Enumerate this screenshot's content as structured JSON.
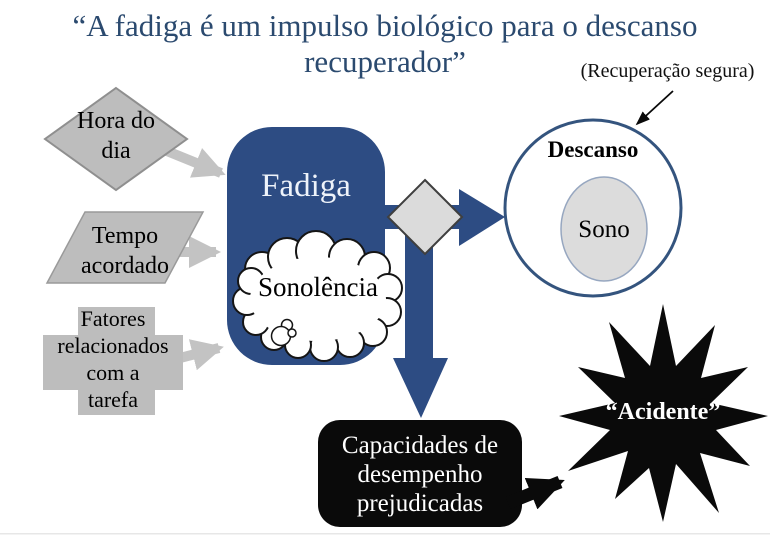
{
  "title": "“A fadiga é um impulso biológico para o descanso\nrecuperador”",
  "annotation": "(Recuperação segura)",
  "nodes": {
    "hora_do_dia": "Hora do\ndia",
    "tempo_acordado": "Tempo\nacordado",
    "fatores_tarefa": "Fatores\nrelacionados\ncom a\ntarefa",
    "fadiga": "Fadiga",
    "sonolencia": "Sonolência",
    "descanso": "Descanso",
    "sono": "Sono",
    "capacidades": "Capacidades de\ndesempenho\nprejudicadas",
    "acidente": "“Acidente”"
  },
  "colors": {
    "title_blue": "#2b4a6f",
    "diagram_blue": "#2d4c83",
    "gray_shape": "#bdbdbd",
    "gray_shape_border": "#8f8f8f",
    "gray_arrow": "#c3c3c3",
    "junction_diamond_fill": "#dbdbdb",
    "junction_diamond_border": "#3f3f3f",
    "circle_border": "#34547e",
    "sono_fill": "#dcdcdc",
    "sono_border": "#97a7c0",
    "black_shape": "#0a0a0a"
  }
}
